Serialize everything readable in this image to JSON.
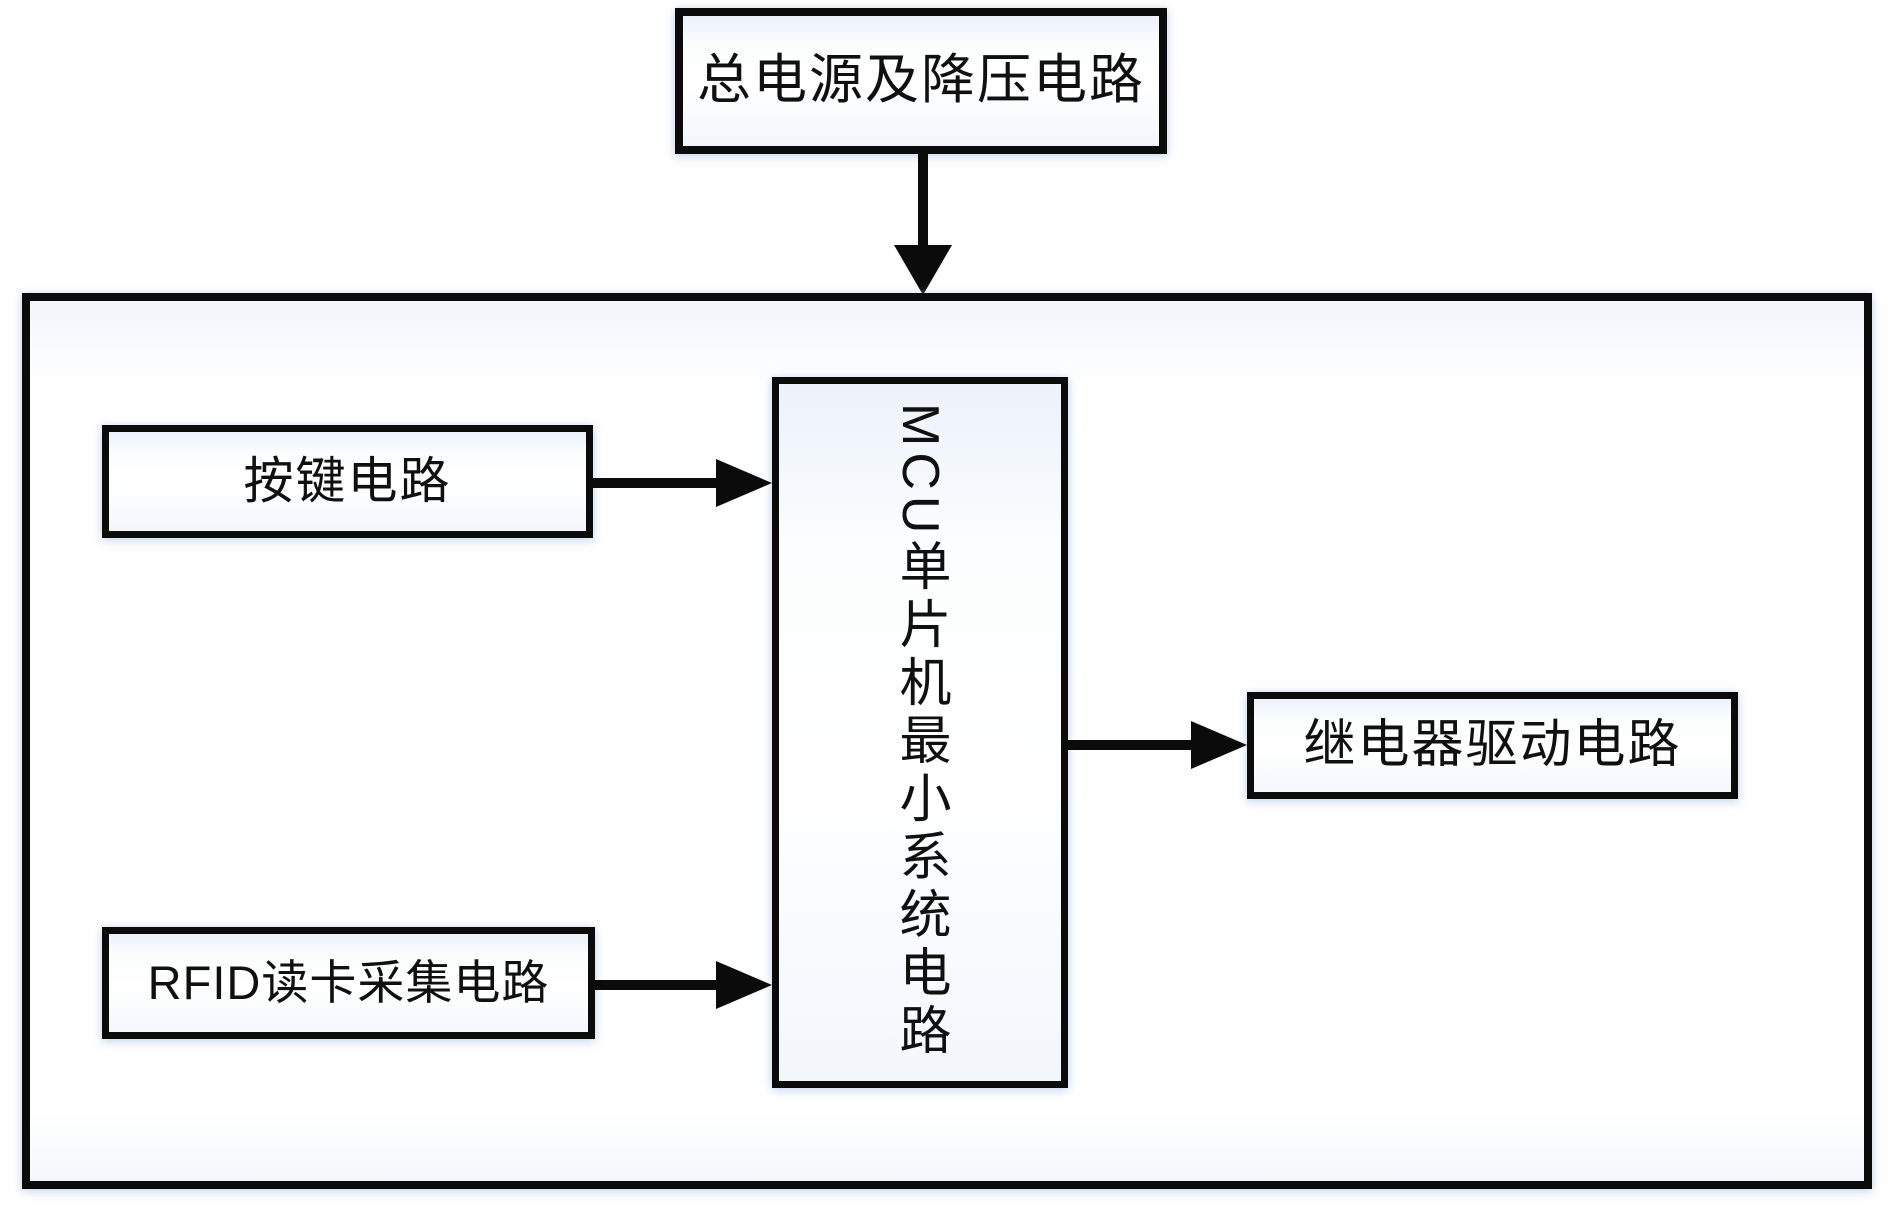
{
  "diagram": {
    "title": "RFID MCU control system block diagram",
    "nodes": {
      "power": {
        "label": "总电源及降压电路"
      },
      "system": {
        "label": ""
      },
      "button": {
        "label": "按键电路"
      },
      "rfid": {
        "label": "RFID读卡采集电路"
      },
      "mcu": {
        "label": "MCU单片机最小系统电路"
      },
      "relay": {
        "label": "继电器驱动电路"
      }
    },
    "edges": [
      {
        "from": "power",
        "to": "system",
        "direction": "down"
      },
      {
        "from": "button",
        "to": "mcu",
        "direction": "right"
      },
      {
        "from": "rfid",
        "to": "mcu",
        "direction": "right"
      },
      {
        "from": "mcu",
        "to": "relay",
        "direction": "right"
      }
    ],
    "colors": {
      "line": "#0b0b0b",
      "text": "#101010",
      "box_fill_tint": "#ecf2fa",
      "box_fill": "#ffffff",
      "background": "#ffffff"
    }
  }
}
